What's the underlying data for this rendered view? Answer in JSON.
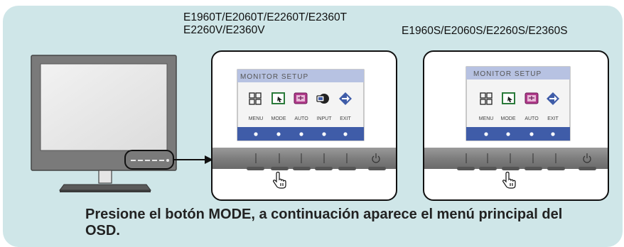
{
  "models": {
    "t_series_line1": "E1960T/E2060T/E2260T/E2360T",
    "t_series_line2": "E2260V/E2360V",
    "s_series": "E1960S/E2060S/E2260S/E2360S"
  },
  "osd": {
    "title": "MONITOR SETUP",
    "buttons": [
      "MENU",
      "MODE",
      "AUTO",
      "INPUT",
      "EXIT"
    ],
    "buttons_s": [
      "MENU",
      "MODE",
      "AUTO",
      "EXIT"
    ]
  },
  "instruction": "Presione el botón MODE, a continuación aparece el menú principal del OSD.",
  "icons": [
    "menu-grid-icon",
    "mode-picture-icon",
    "auto-adjust-icon",
    "input-source-icon",
    "exit-arrow-icon",
    "power-icon",
    "pointing-hand-icon"
  ],
  "colors": {
    "panel_bg": "#cfe6e8",
    "osd_header": "#b7c2e2",
    "osd_body": "#f4f4f4",
    "osd_dot_bar": "#3f5ca8",
    "bezel": "#868686",
    "button": "#555555",
    "callout_border": "#111111"
  }
}
